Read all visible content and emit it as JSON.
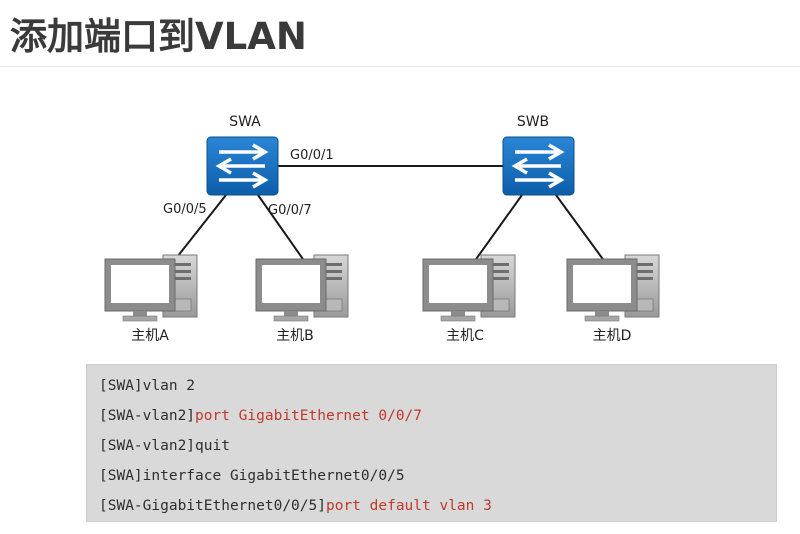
{
  "title": "添加端口到VLAN",
  "diagram": {
    "switches": [
      {
        "name": "SWA"
      },
      {
        "name": "SWB"
      }
    ],
    "ports": {
      "trunk": "G0/0/1",
      "hostA": "G0/0/5",
      "hostB": "G0/0/7"
    },
    "hosts": [
      {
        "name": "主机A"
      },
      {
        "name": "主机B"
      },
      {
        "name": "主机C"
      },
      {
        "name": "主机D"
      }
    ],
    "colors": {
      "switch_fill": "#1a74c4",
      "line": "#1a1a1a",
      "command": "#c0392b"
    }
  },
  "code": {
    "lines": [
      {
        "prompt": "[SWA]",
        "text": "vlan 2",
        "highlight": ""
      },
      {
        "prompt": "[SWA-vlan2]",
        "text": "",
        "highlight": "port GigabitEthernet 0/0/7"
      },
      {
        "prompt": "[SWA-vlan2]",
        "text": "quit",
        "highlight": ""
      },
      {
        "prompt": "[SWA]",
        "text": "interface GigabitEthernet0/0/5",
        "highlight": ""
      },
      {
        "prompt": "[SWA-GigabitEthernet0/0/5]",
        "text": "",
        "highlight": "port default vlan 3"
      }
    ]
  }
}
